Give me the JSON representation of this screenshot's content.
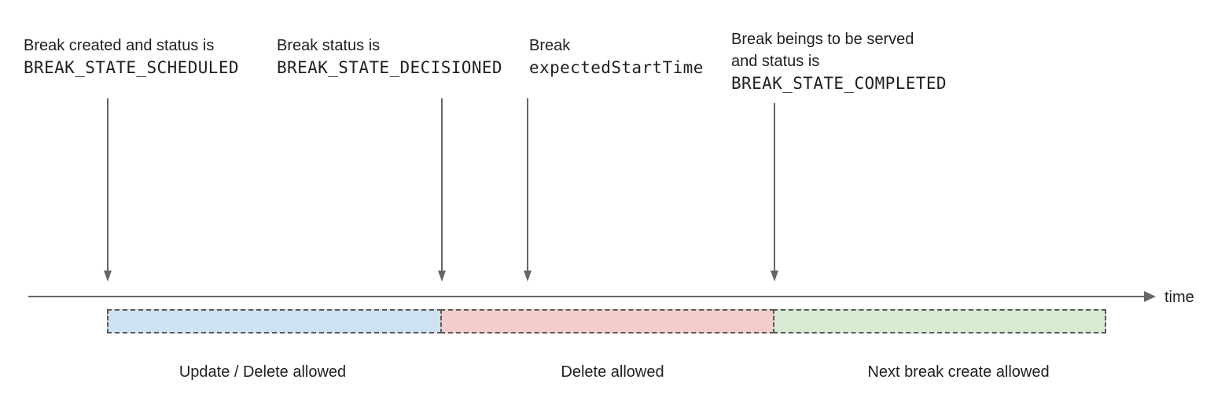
{
  "annotations": [
    {
      "line1": "Break created and status is",
      "code": "BREAK_STATE_SCHEDULED"
    },
    {
      "line1": "Break status is",
      "code": "BREAK_STATE_DECISIONED"
    },
    {
      "line1": "Break",
      "code": "expectedStartTime"
    },
    {
      "line1": "Break beings to be served",
      "line2": "and status is",
      "code": "BREAK_STATE_COMPLETED"
    }
  ],
  "axis": {
    "label": "time"
  },
  "segments": [
    {
      "label": "Update / Delete allowed",
      "fill": "#cfe2f3"
    },
    {
      "label": "Delete allowed",
      "fill": "#f4cccc"
    },
    {
      "label": "Next break create allowed",
      "fill": "#d9ead3"
    }
  ],
  "colors": {
    "arrow": "#666666",
    "bar_border": "#595959",
    "text": "#1f1f1f"
  }
}
